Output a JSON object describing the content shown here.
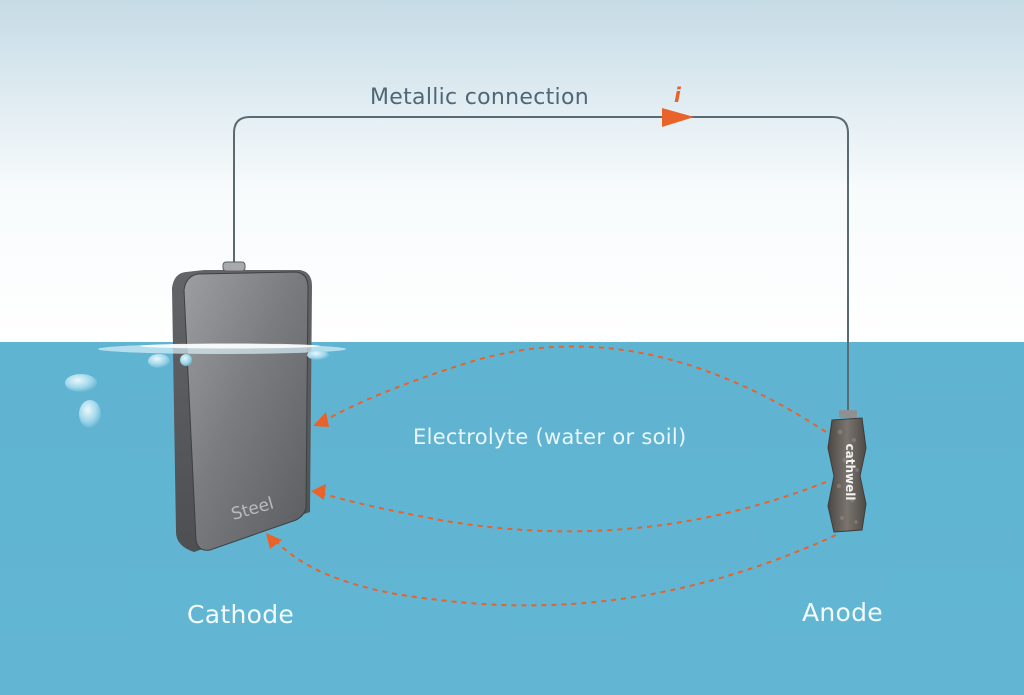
{
  "labels": {
    "metallic_connection": "Metallic connection",
    "current_symbol": "i",
    "electrolyte": "Electrolyte (water or soil)",
    "cathode": "Cathode",
    "anode": "Anode",
    "cathode_material": "Steel",
    "anode_brand": "cathwell"
  },
  "colors": {
    "sky_top": "#c5dbe5",
    "sky_bottom": "#ffffff",
    "water": "#62b5d3",
    "wire": "#5a6a72",
    "current_arrow": "#e8622a",
    "ion_flow": "#e8622a",
    "steel_plate": "#6d6f72",
    "anode_body": "#6b6660"
  },
  "icons": {
    "cathode_shape": "steel-plate",
    "anode_shape": "anode-rod",
    "arrow_shape": "triangle-arrowhead"
  }
}
